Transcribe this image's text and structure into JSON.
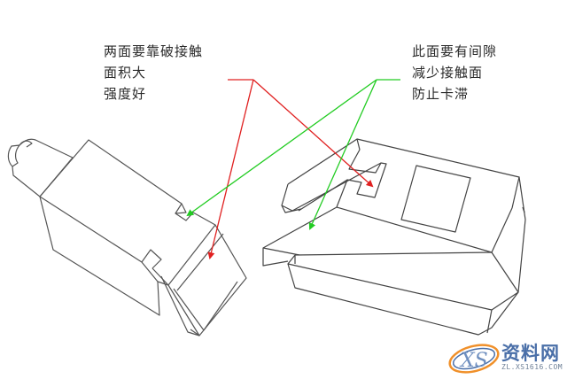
{
  "annotations": {
    "left": {
      "lines": [
        "两面要靠破接触",
        "面积大",
        "强度好"
      ],
      "arrow_color": "#e02020"
    },
    "right": {
      "lines": [
        "此面要有间隙",
        "减少接触面",
        "防止卡滞"
      ],
      "arrow_color": "#22cc22"
    }
  },
  "parts": {
    "left_part": "slider-block",
    "right_part": "housing-block"
  },
  "watermark": {
    "logo_text": "XS",
    "name": "资料网",
    "url": "ZL.XS1616.COM",
    "colors": {
      "orange": "#f0902a",
      "blue": "#4a6fa8"
    }
  },
  "colors": {
    "line": "#555555",
    "background": "#ffffff"
  }
}
